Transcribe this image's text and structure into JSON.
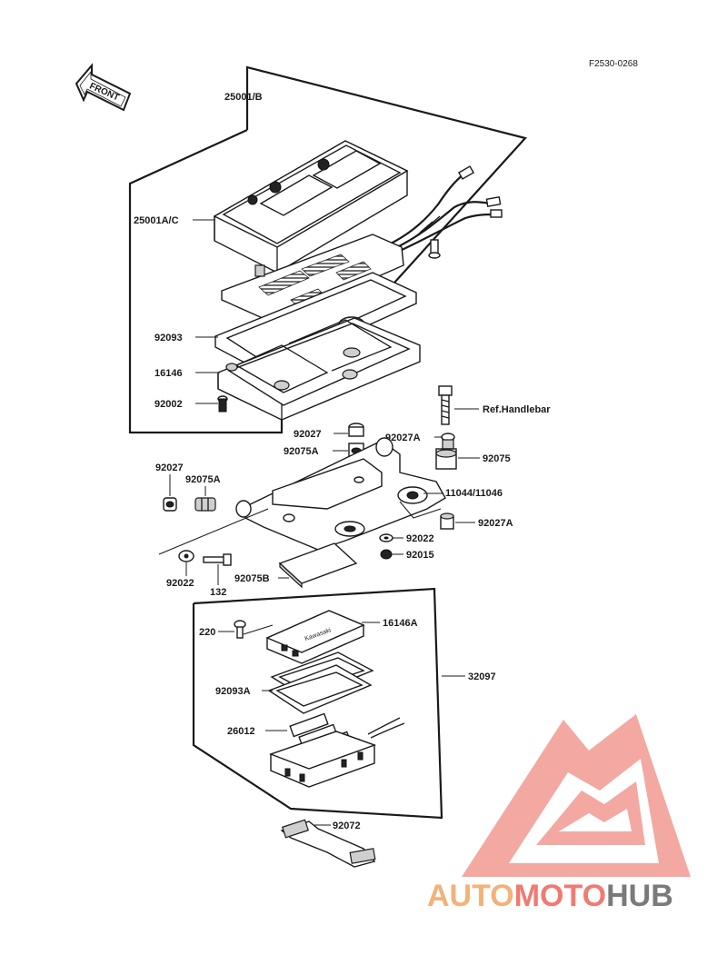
{
  "figure_code": "F2530-0268",
  "front_label": "FRONT",
  "labels": {
    "meter_assy": "25001/B",
    "meter_case": "25001A/C",
    "gasket_upper": "92093",
    "meter_base": "16146",
    "bolt_meter": "92002",
    "damper_cap": "92027",
    "damper_a": "92075A",
    "damper_cap_a": "92027A",
    "damper": "92075",
    "ref_handlebar": "Ref.Handlebar",
    "bracket": "11044/11046",
    "damper_cap_left": "92027",
    "damper_a_left": "92075A",
    "damper_cap_a_right": "92027A",
    "washer_right": "92022",
    "nut": "92015",
    "washer_left": "92022",
    "bolt_132": "132",
    "pad": "92075B",
    "screw_220": "220",
    "clock_case": "16146A",
    "clock_assy": "32097",
    "gasket_lower": "92093A",
    "battery": "26012",
    "band": "92072"
  },
  "watermark": {
    "part1": "AUTO",
    "part2": "MOTO",
    "part3": "HUB",
    "color_orange": "#f2b27a",
    "color_red": "#ef7b73",
    "color_grey": "#7a7a7a"
  }
}
